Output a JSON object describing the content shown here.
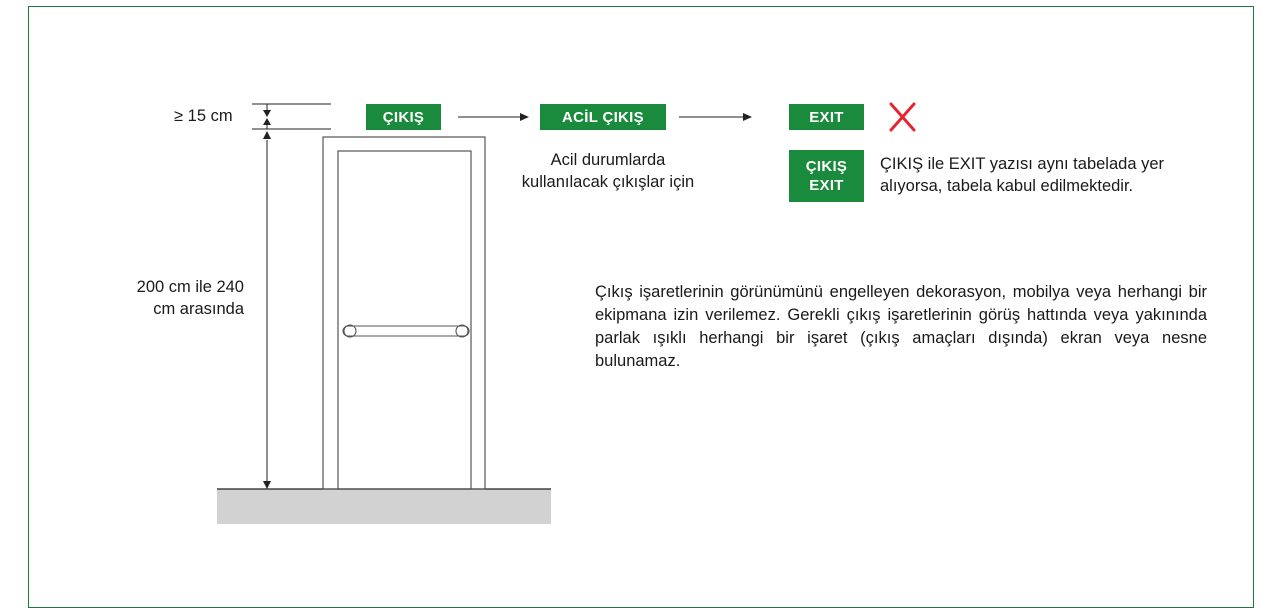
{
  "labels": {
    "min_height": "≥ 15 cm",
    "height_range_line1": "200 cm ile 240",
    "height_range_line2": "cm arasında",
    "emergency_note_line1": "Acil durumlarda",
    "emergency_note_line2": "kullanılacak çıkışlar için",
    "bilingual_note_line1": "ÇIKIŞ ile EXIT yazısı aynı tabelada yer",
    "bilingual_note_line2": "alıyorsa, tabela kabul edilmektedir.",
    "paragraph": "Çıkış işaretlerinin görünümünü engelleyen dekorasyon, mobilya veya herhangi bir ekipmana izin verilemez. Gerekli çıkış işaretlerinin görüş hattında veya yakınında parlak ışıklı herhangi bir işaret (çıkış amaçları dışında) ekran veya nesne bulunamaz."
  },
  "signs": {
    "cikis": "ÇIKIŞ",
    "acil_cikis": "ACİL ÇIKIŞ",
    "exit": "EXIT",
    "combined_top": "ÇIKIŞ",
    "combined_bottom": "EXIT"
  },
  "colors": {
    "sign_green": "#1a8a3c",
    "frame_green": "#1f7a3a",
    "reject_red": "#e3262f",
    "floor_gray": "#d2d2d2"
  },
  "icons": {
    "reject": "cross-icon"
  }
}
